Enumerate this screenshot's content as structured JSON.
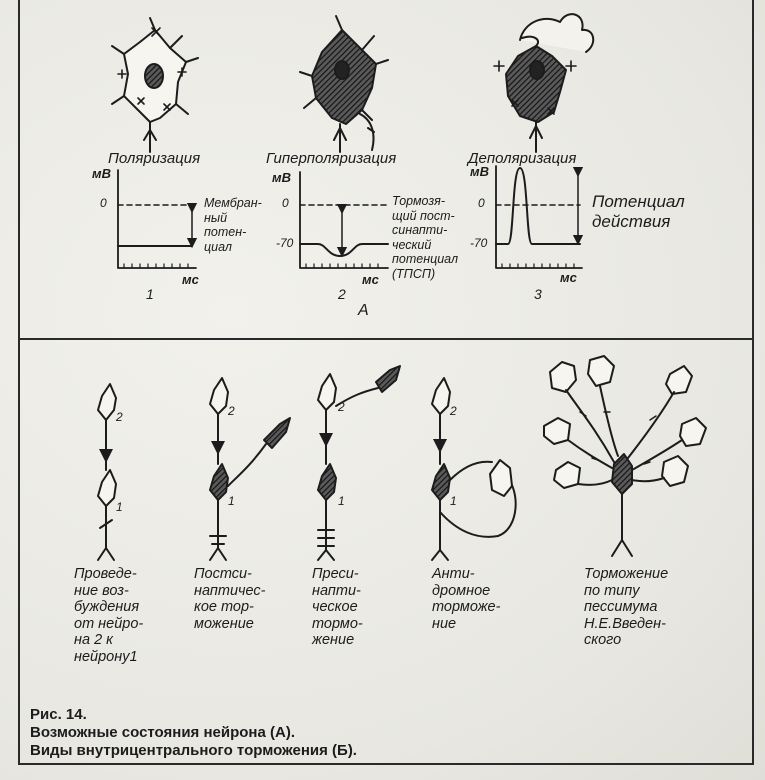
{
  "figure": {
    "states": [
      {
        "label": "Поляризация",
        "number": "1"
      },
      {
        "label": "Гиперполяризация",
        "number": "2"
      },
      {
        "label": "Деполяризация",
        "number": "3"
      }
    ],
    "units": {
      "y": "мВ",
      "x": "мс"
    },
    "ticks": {
      "zero": "0",
      "minus70": "-70"
    },
    "annotations": {
      "membrane": "Мембран-\nный\nпотен-\nциал",
      "ipsp": "Тормозя-\nщий пост-\nсинапти-\nческий\nпотенциал\n(ТПСП)",
      "action": "Потенциал\nдействия"
    },
    "panel_a": "А",
    "schemes": [
      {
        "label": "Проведе-\nние воз-\nбуждения\nот нейро-\nна 2 к\nнейрону1"
      },
      {
        "label": "Постси-\nнаптичес-\nкое тор-\nможение"
      },
      {
        "label": "Преси-\nнапти-\nческое\nтормо-\nжение"
      },
      {
        "label": "Анти-\nдромное\nторможе-\nние"
      },
      {
        "label": "Торможение\nпо типу\nпессимума\nН.Е.Введен-\nского"
      }
    ],
    "neuron_numbers": {
      "one": "1",
      "two": "2"
    }
  },
  "caption": {
    "number": "Рис. 14.",
    "line1": "Возможные состояния нейрона (А).",
    "line2": "Виды внутрицентрального торможения (Б)."
  }
}
